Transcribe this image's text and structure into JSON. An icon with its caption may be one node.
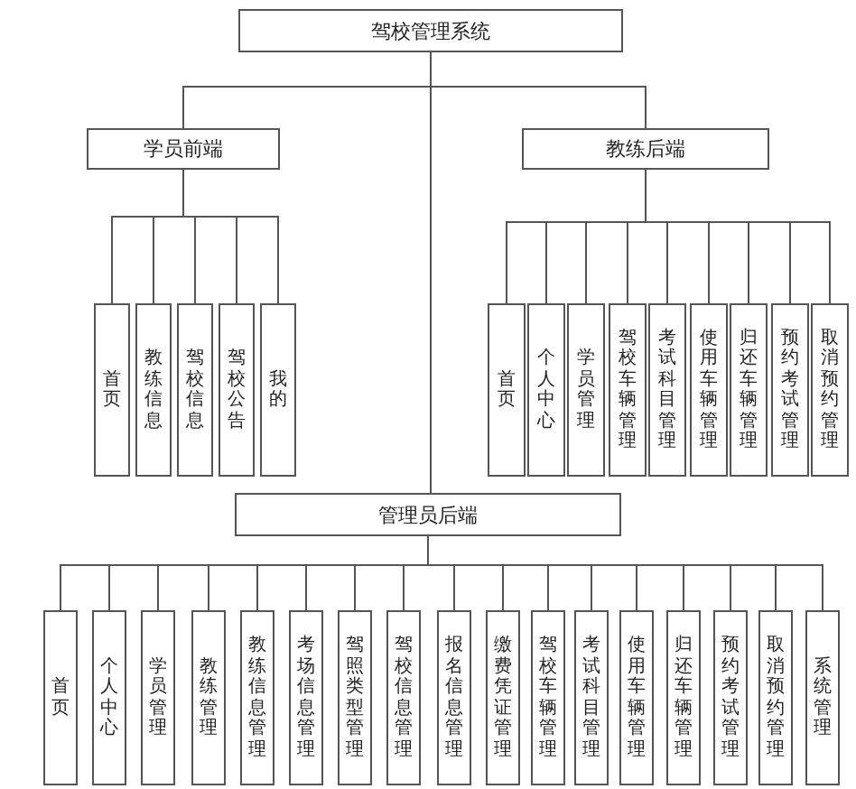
{
  "diagram": {
    "nodes": [
      {
        "text": [
          "驾校管理系统"
        ]
      },
      {
        "text": [
          "学员前端"
        ]
      },
      {
        "text": [
          "教练后端"
        ]
      },
      {
        "text": [
          "管理员后端"
        ]
      },
      {
        "text": [
          "首页"
        ]
      },
      {
        "text": [
          "教练信息"
        ]
      },
      {
        "text": [
          "驾校信息"
        ]
      },
      {
        "text": [
          "驾校公告"
        ]
      },
      {
        "text": [
          "我的"
        ]
      },
      {
        "text": [
          "首页"
        ]
      },
      {
        "text": [
          "个人中心"
        ]
      },
      {
        "text": [
          "学员管理"
        ]
      },
      {
        "text": [
          "驾校车辆管理"
        ]
      },
      {
        "text": [
          "考试科目管理"
        ]
      },
      {
        "text": [
          "使用车辆管理"
        ]
      },
      {
        "text": [
          "归还车辆管理"
        ]
      },
      {
        "text": [
          "预约考试管理"
        ]
      },
      {
        "text": [
          "取消预约管理"
        ]
      },
      {
        "text": [
          "首页"
        ]
      },
      {
        "text": [
          "个人中心"
        ]
      },
      {
        "text": [
          "学员管理"
        ]
      },
      {
        "text": [
          "教练管理"
        ]
      },
      {
        "text": [
          "教练信息管理"
        ]
      },
      {
        "text": [
          "考场信息管理"
        ]
      },
      {
        "text": [
          "驾照类型管理"
        ]
      },
      {
        "text": [
          "驾校信息管理"
        ]
      },
      {
        "text": [
          "报名信息管理"
        ]
      },
      {
        "text": [
          "缴费凭证管理"
        ]
      },
      {
        "text": [
          "驾校车辆管理"
        ]
      },
      {
        "text": [
          "考试科目管理"
        ]
      },
      {
        "text": [
          "使用车辆管理"
        ]
      },
      {
        "text": [
          "归还车辆管理"
        ]
      },
      {
        "text": [
          "预约考试管理"
        ]
      },
      {
        "text": [
          "取消预约管理"
        ]
      },
      {
        "text": [
          "系统管理"
        ]
      }
    ],
    "edges": [
      {
        "from": 0,
        "to": 1,
        "arrow": "none"
      },
      {
        "from": 0,
        "to": 2,
        "arrow": "none"
      },
      {
        "from": 0,
        "to": 3,
        "arrow": "none"
      },
      {
        "from": 1,
        "to": 4,
        "arrow": "none"
      },
      {
        "from": 1,
        "to": 5,
        "arrow": "none"
      },
      {
        "from": 1,
        "to": 6,
        "arrow": "none"
      },
      {
        "from": 1,
        "to": 7,
        "arrow": "none"
      },
      {
        "from": 1,
        "to": 8,
        "arrow": "none"
      },
      {
        "from": 2,
        "to": 9,
        "arrow": "none"
      },
      {
        "from": 2,
        "to": 10,
        "arrow": "none"
      },
      {
        "from": 2,
        "to": 11,
        "arrow": "none"
      },
      {
        "from": 2,
        "to": 12,
        "arrow": "none"
      },
      {
        "from": 2,
        "to": 13,
        "arrow": "none"
      },
      {
        "from": 2,
        "to": 14,
        "arrow": "none"
      },
      {
        "from": 2,
        "to": 15,
        "arrow": "none"
      },
      {
        "from": 2,
        "to": 16,
        "arrow": "none"
      },
      {
        "from": 2,
        "to": 17,
        "arrow": "none"
      },
      {
        "from": 3,
        "to": 18,
        "arrow": "none"
      },
      {
        "from": 3,
        "to": 19,
        "arrow": "none"
      },
      {
        "from": 3,
        "to": 20,
        "arrow": "none"
      },
      {
        "from": 3,
        "to": 21,
        "arrow": "none"
      },
      {
        "from": 3,
        "to": 22,
        "arrow": "none"
      },
      {
        "from": 3,
        "to": 23,
        "arrow": "none"
      },
      {
        "from": 3,
        "to": 24,
        "arrow": "none"
      },
      {
        "from": 3,
        "to": 25,
        "arrow": "none"
      },
      {
        "from": 3,
        "to": 26,
        "arrow": "none"
      },
      {
        "from": 3,
        "to": 27,
        "arrow": "none"
      },
      {
        "from": 3,
        "to": 28,
        "arrow": "none"
      },
      {
        "from": 3,
        "to": 29,
        "arrow": "none"
      },
      {
        "from": 3,
        "to": 30,
        "arrow": "none"
      },
      {
        "from": 3,
        "to": 31,
        "arrow": "none"
      },
      {
        "from": 3,
        "to": 32,
        "arrow": "none"
      },
      {
        "from": 3,
        "to": 33,
        "arrow": "none"
      },
      {
        "from": 3,
        "to": 34,
        "arrow": "none"
      }
    ]
  }
}
